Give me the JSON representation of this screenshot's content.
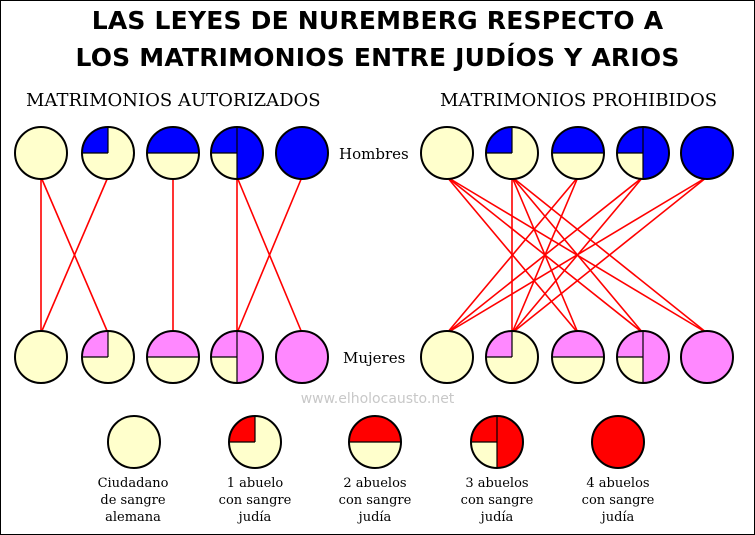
{
  "title": {
    "line1": "LAS LEYES DE NUREMBERG RESPECTO A",
    "line2": "LOS MATRIMONIOS ENTRE JUDÍOS Y ARIOS"
  },
  "sections": {
    "authorized": "MATRIMONIOS AUTORIZADOS",
    "prohibited": "MATRIMONIOS PROHIBIDOS"
  },
  "rows": {
    "men": "Hombres",
    "women": "Mujeres"
  },
  "watermark": "www.elholocausto.net",
  "colors": {
    "german": "#ffffcc",
    "men_jewish": "#0000ff",
    "women_jewish": "#ff88ff",
    "legend_jewish": "#ff0000",
    "lines": "#ff0000"
  },
  "legend": [
    {
      "quarters": 0,
      "lines": [
        "Ciudadano",
        "de sangre",
        "alemana"
      ]
    },
    {
      "quarters": 1,
      "lines": [
        "1 abuelo",
        "con sangre",
        "judía"
      ]
    },
    {
      "quarters": 2,
      "lines": [
        "2 abuelos",
        "con sangre",
        "judía"
      ]
    },
    {
      "quarters": 3,
      "lines": [
        "3 abuelos",
        "con sangre",
        "judía"
      ]
    },
    {
      "quarters": 4,
      "lines": [
        "4 abuelos",
        "con sangre",
        "judía"
      ]
    }
  ],
  "diagram": {
    "quarters_per_person": [
      0,
      1,
      2,
      3,
      4
    ],
    "authorized_pairs": [
      [
        0,
        0
      ],
      [
        0,
        1
      ],
      [
        1,
        0
      ],
      [
        2,
        2
      ],
      [
        3,
        3
      ],
      [
        3,
        4
      ],
      [
        4,
        3
      ]
    ],
    "prohibited_pairs": [
      [
        0,
        2
      ],
      [
        0,
        3
      ],
      [
        0,
        4
      ],
      [
        1,
        1
      ],
      [
        1,
        2
      ],
      [
        1,
        3
      ],
      [
        1,
        4
      ],
      [
        2,
        0
      ],
      [
        2,
        1
      ],
      [
        3,
        0
      ],
      [
        3,
        1
      ],
      [
        4,
        0
      ],
      [
        4,
        1
      ]
    ]
  }
}
